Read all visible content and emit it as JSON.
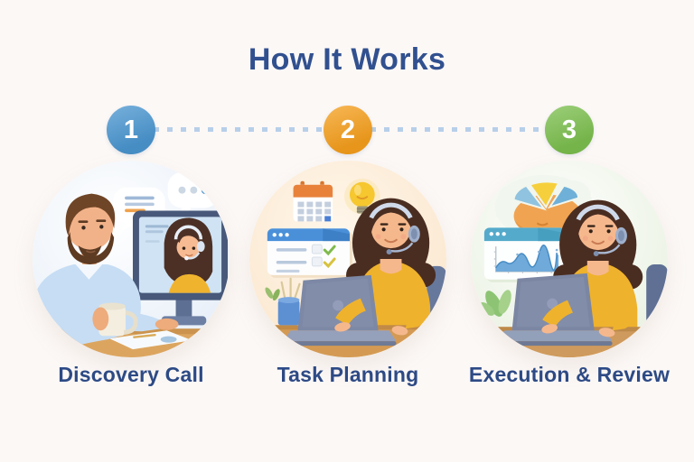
{
  "title": "How It Works",
  "background_color": "#fcf8f6",
  "title_color": "#31508f",
  "label_color": "#2d4a85",
  "connector_color": "#b7cfe9",
  "steps": [
    {
      "number": "1",
      "label": "Discovery Call",
      "badge_color": "#4a96d0",
      "alt": "Man with a coffee mug on a video call with a support agent wearing a headset; chat bubbles above the monitor"
    },
    {
      "number": "2",
      "label": "Task Planning",
      "badge_color": "#f59f1d",
      "alt": "Support agent with headset at a laptop, with calendar, lightbulb and task checklist icons"
    },
    {
      "number": "3",
      "label": "Execution & Review",
      "badge_color": "#7cbf4e",
      "alt": "Support agent with headset at a laptop, with a pie-chart thought bubble and an analytics chart window"
    }
  ]
}
